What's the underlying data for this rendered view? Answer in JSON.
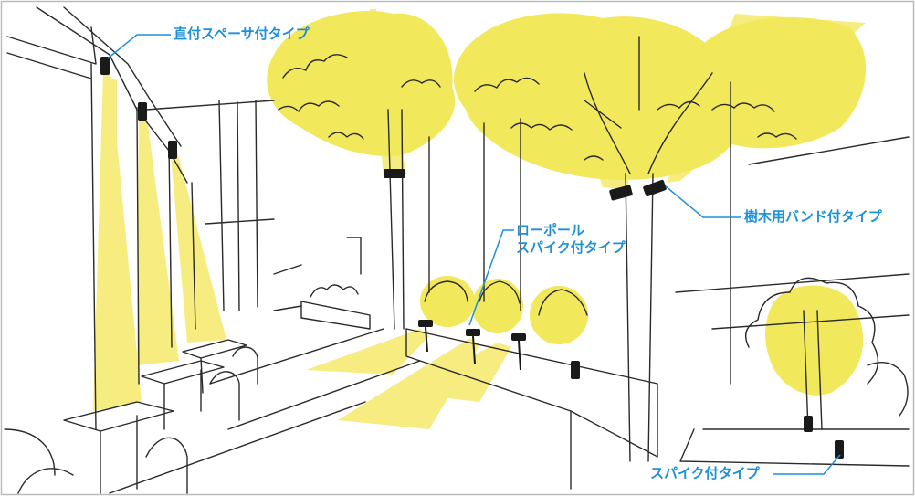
{
  "colors": {
    "light_beam": "#f6ec7a",
    "canopy": "#f2e85c",
    "ink": "#2a2a2a",
    "fixture": "#1a1a1a",
    "callout": "#1e90d8"
  },
  "callouts": {
    "wall_mount": {
      "text": "直付スペーサ付タイプ",
      "icon": "spotlight-fixture-icon"
    },
    "tree_band": {
      "text": "樹木用バンド付タイプ",
      "icon": "spotlight-fixture-icon"
    },
    "low_pole": {
      "line1": "ローポール",
      "line2": "スパイク付タイプ",
      "icon": "spotlight-fixture-icon"
    },
    "spike": {
      "text": "スパイク付タイプ",
      "icon": "spotlight-fixture-icon"
    }
  }
}
